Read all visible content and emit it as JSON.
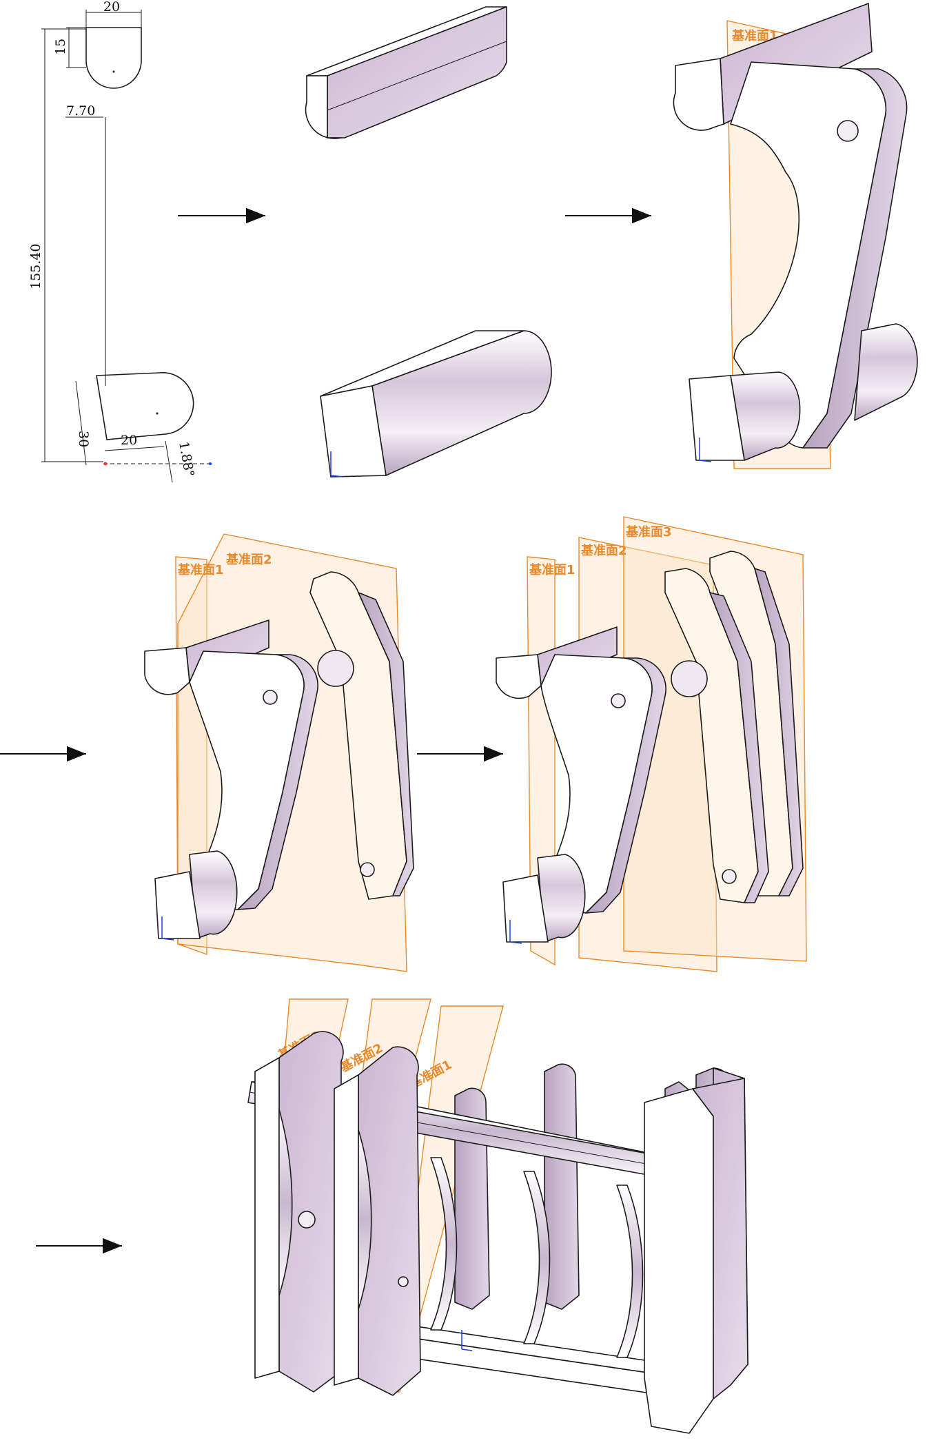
{
  "sketch": {
    "dims": {
      "top_width": "20",
      "top_height": "15",
      "offset": "7.70",
      "total_height": "155.40",
      "bottom_height": "30",
      "bottom_width": "20",
      "angle": "1.88°"
    }
  },
  "planes": {
    "p1": "基准面1",
    "p2": "基准面2",
    "p3": "基准面3"
  },
  "colors": {
    "face": "#d8c6dc",
    "plane_stroke": "#e8892a",
    "plane_fill": "#fbe3c4",
    "axis": "#1e3cdc"
  }
}
